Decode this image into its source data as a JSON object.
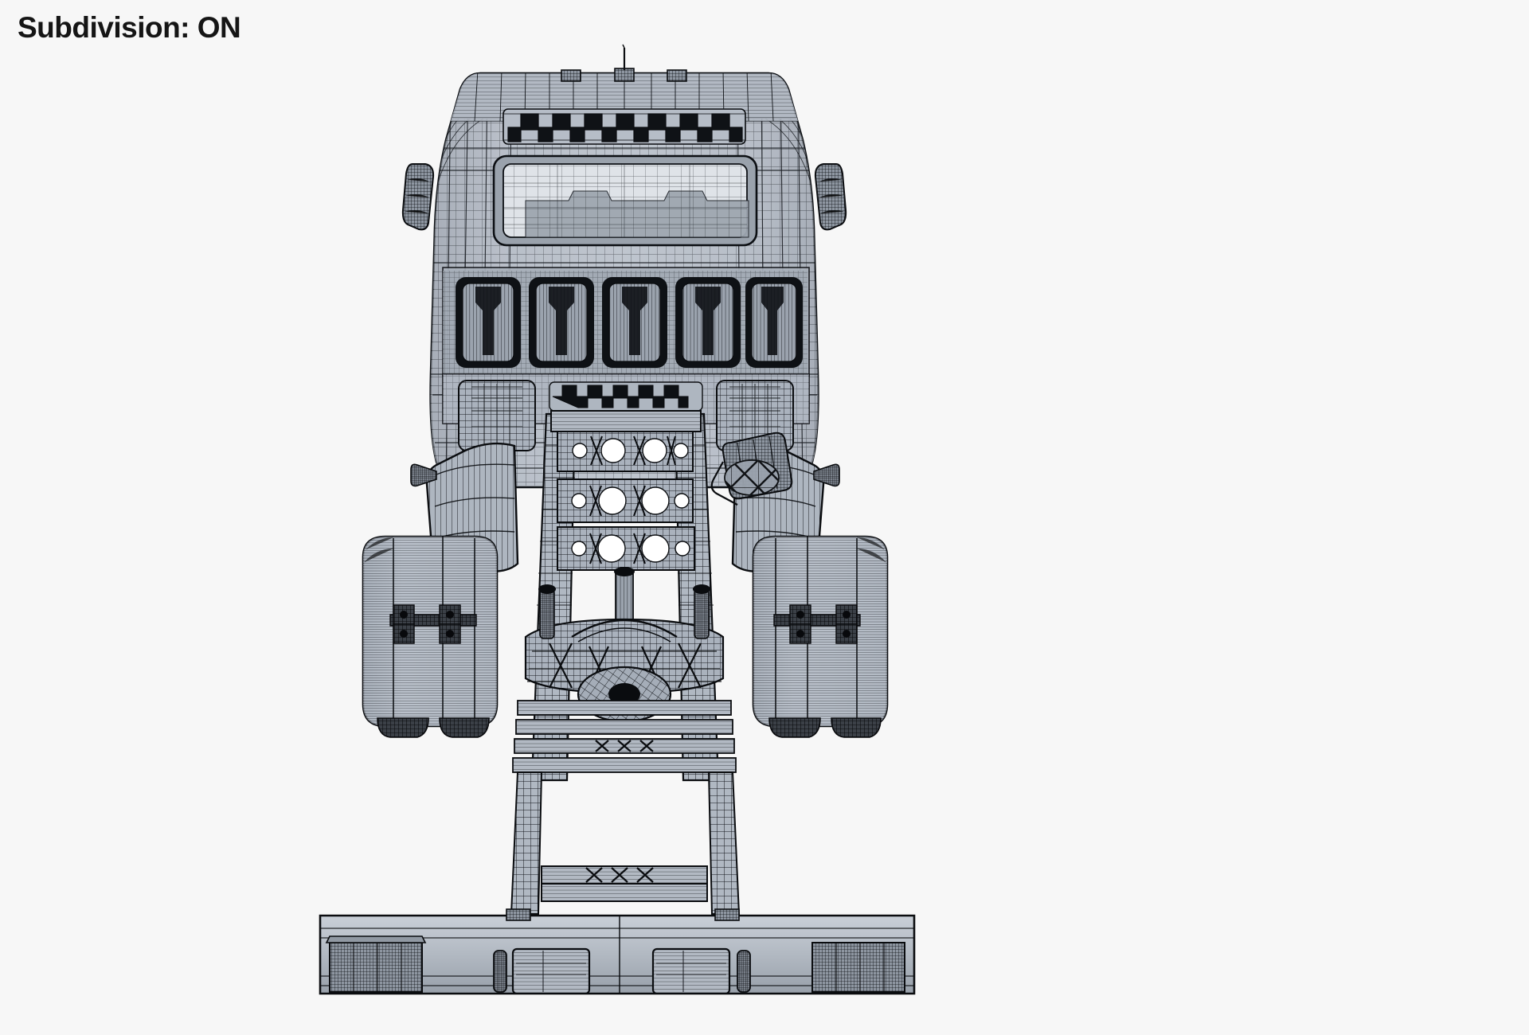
{
  "viewport": {
    "background_color": "#f7f7f7",
    "render_mode": "wireframe-shaded",
    "wire_color": "#1a1c20",
    "surface_light": "#c3c9d2",
    "surface_mid": "#a9b0bb",
    "surface_dark": "#7f868f",
    "surface_darker": "#5d636b",
    "glass_color": "#dfe3e8"
  },
  "overlay": {
    "label": "Subdivision: ON",
    "label_color": "#151515"
  },
  "subject": {
    "name": "semi-truck-tractor",
    "view": "rear-orthographic",
    "description": "Rear view wireframe of a heavy-duty semi truck tractor unit"
  },
  "parts": {
    "cab_shell": "cab-shell",
    "roof_marker_lights": "roof-marker-lights",
    "cb_antenna": "cb-antenna",
    "roof_vent_grille": "roof-vent-grille",
    "rear_window": "rear-window",
    "mirror_left": "left-mirror",
    "mirror_right": "right-mirror",
    "vent_grille_slots": "vent-grille-slots",
    "lower_vent_grille": "lower-vent-grille",
    "fuel_tank_left": "left-fuel-tank",
    "fuel_tank_right": "right-fuel-tank",
    "chassis_frame": "chassis-frame-rails",
    "crossmembers": "frame-crossmembers",
    "drive_shaft": "drive-shaft",
    "rear_axle": "rear-axle-differential",
    "wheels_left": "left-dual-wheels",
    "wheels_right": "right-dual-wheels",
    "rear_bumper": "rear-bumper-bar",
    "tail_lights": "tail-light-clusters",
    "mud_flap_brackets": "mud-flap-brackets",
    "air_tanks": "air-tanks",
    "catwalk_deck": "catwalk-deck",
    "exhaust_stack": "exhaust-stack"
  },
  "counts": {
    "grille_slots": 5,
    "roof_marker_lights": 3,
    "tail_light_clusters": 4,
    "wheels_per_side": 2,
    "crossmembers": 4
  }
}
